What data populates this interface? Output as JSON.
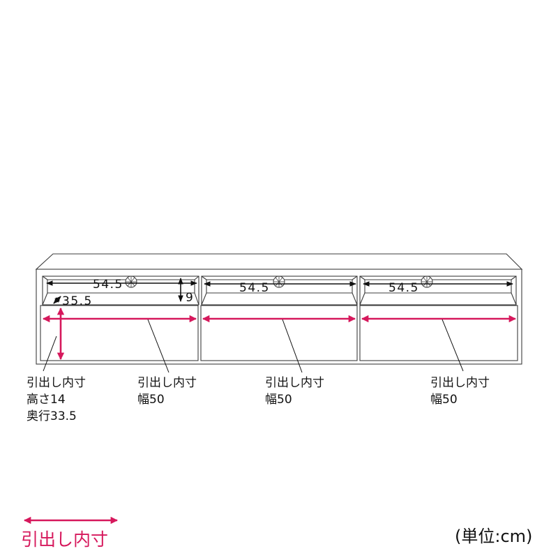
{
  "colors": {
    "drawer_dimension": "#d6185c",
    "outline": "#3c3c3c",
    "dimension_text": "#111111"
  },
  "upper_shelves": [
    {
      "width_label": "54.5"
    },
    {
      "width_label": "54.5"
    },
    {
      "width_label": "54.5"
    }
  ],
  "upper_shelf_height_label": "9",
  "upper_shelf_depth_label": "35.5",
  "drawer_callouts": [
    {
      "title": "引出し内寸",
      "lines": [
        "高さ14",
        "奥行33.5"
      ]
    },
    {
      "title": "引出し内寸",
      "lines": [
        "幅50"
      ]
    },
    {
      "title": "引出し内寸",
      "lines": [
        "幅50"
      ]
    },
    {
      "title": "引出し内寸",
      "lines": [
        "幅50"
      ]
    }
  ],
  "legend": {
    "label": "引出し内寸"
  },
  "unit_note": "(単位:cm)"
}
